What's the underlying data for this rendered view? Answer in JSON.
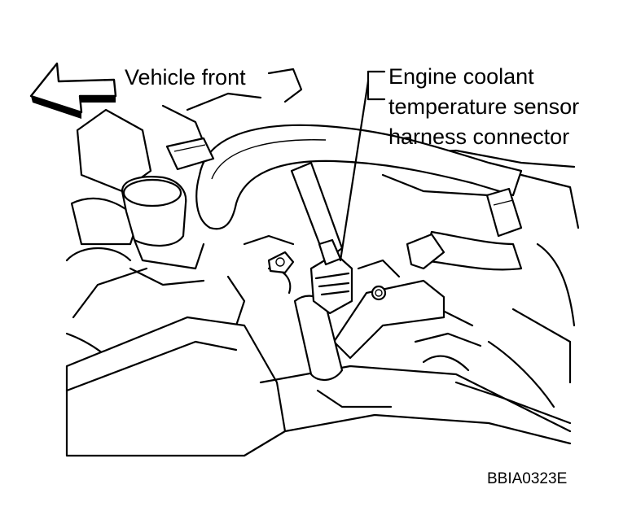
{
  "labels": {
    "vehicle_front": "Vehicle front",
    "callout_line1": "Engine coolant",
    "callout_line2": "temperature sensor",
    "callout_line3": "harness connector"
  },
  "figure_code": "BBIA0323E",
  "colors": {
    "ink": "#000000",
    "paper": "#ffffff"
  },
  "icons": {
    "direction_arrow": "arrow-left-icon"
  }
}
